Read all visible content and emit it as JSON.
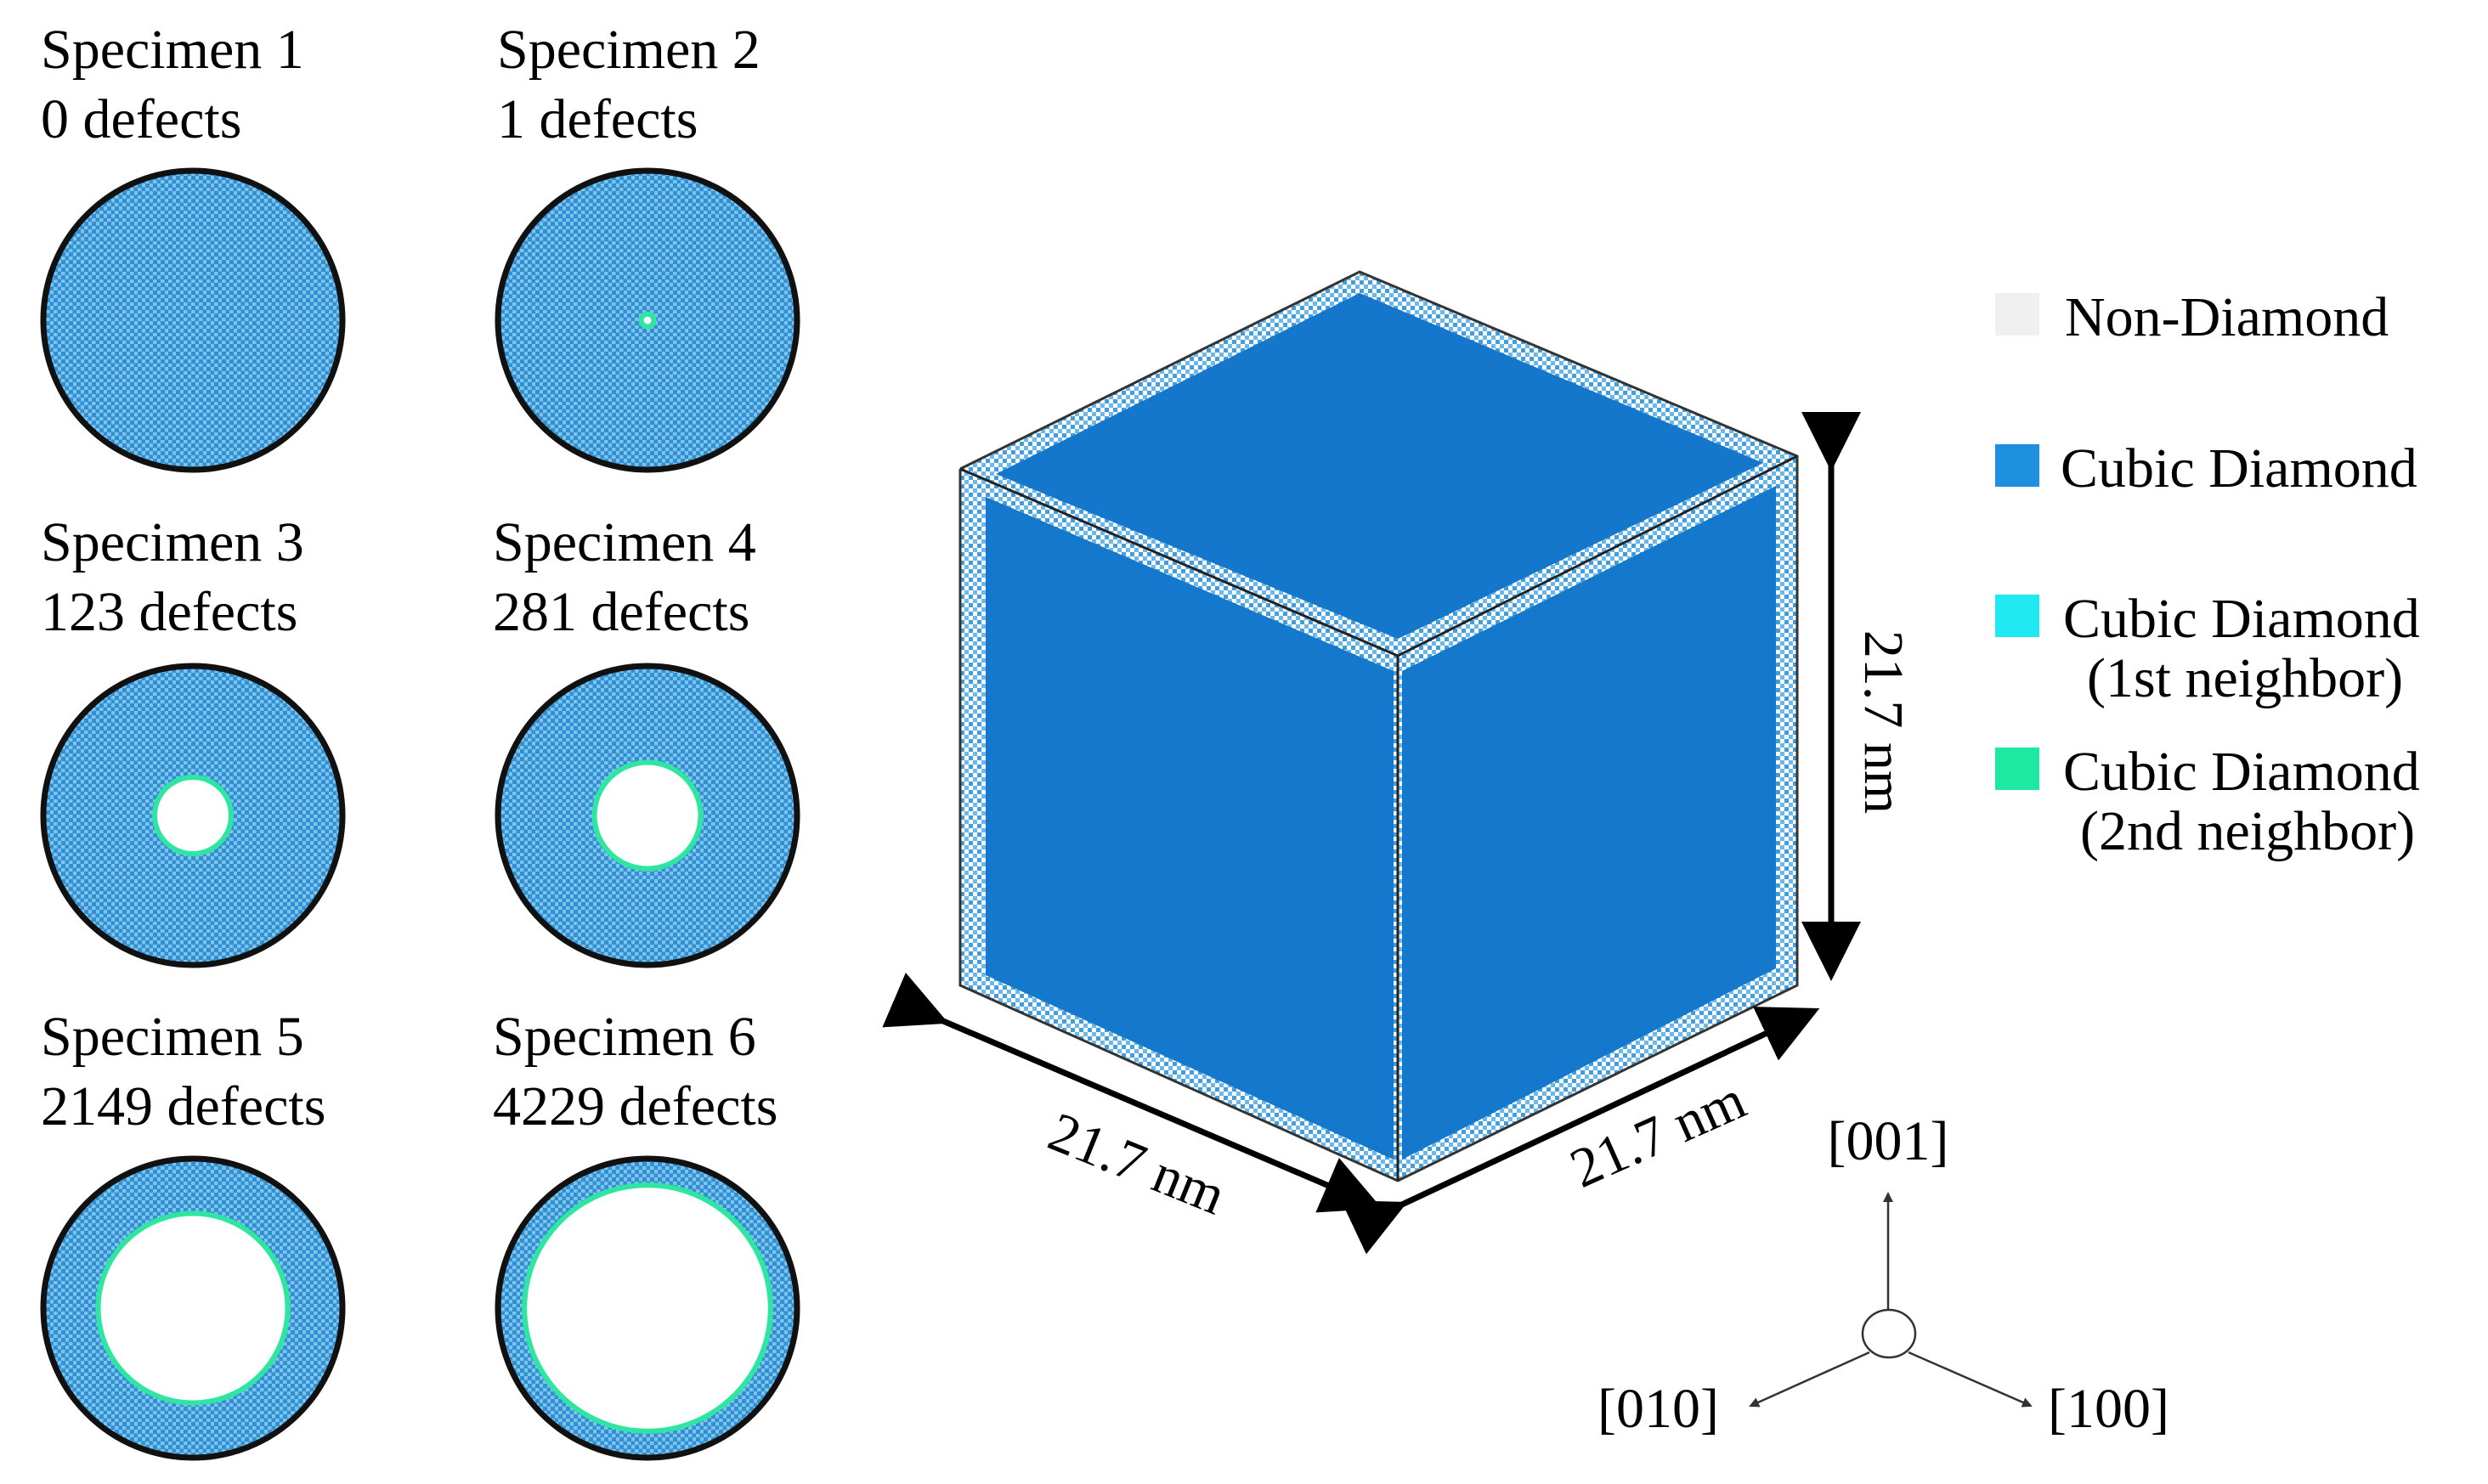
{
  "specimens": [
    {
      "title": "Specimen 1",
      "defects": "0 defects",
      "void_fraction": 0.0
    },
    {
      "title": "Specimen 2",
      "defects": "1 defects",
      "void_fraction": 0.025
    },
    {
      "title": "Specimen 3",
      "defects": "123 defects",
      "void_fraction": 0.24
    },
    {
      "title": "Specimen 4",
      "defects": "281 defects",
      "void_fraction": 0.34
    },
    {
      "title": "Specimen 5",
      "defects": "2149 defects",
      "void_fraction": 0.62
    },
    {
      "title": "Specimen 6",
      "defects": "4229 defects",
      "void_fraction": 0.81
    }
  ],
  "legend": [
    {
      "label": "Non-Diamond",
      "color": "#f0f0f0"
    },
    {
      "label": "Cubic Diamond",
      "color": "#1f8fe0"
    },
    {
      "label": "Cubic Diamond",
      "sublabel": "(1st neighbor)",
      "color": "#1fe8f0"
    },
    {
      "label": "Cubic Diamond",
      "sublabel": "(2nd neighbor)",
      "color": "#1fe8a0"
    }
  ],
  "cube": {
    "dim_front_left": "21.7 nm",
    "dim_front_right": "21.7 nm",
    "dim_height": "21.7 nm",
    "face_color": "#1478cc",
    "edge_speckle_color": "#4aa8e8"
  },
  "axes": {
    "up": "[001]",
    "left": "[010]",
    "right": "[100]"
  },
  "colors": {
    "circle_fill": "#4aa8dc",
    "circle_outline": "#111111",
    "void": "#ffffff",
    "rim": "#2ee6a0"
  }
}
